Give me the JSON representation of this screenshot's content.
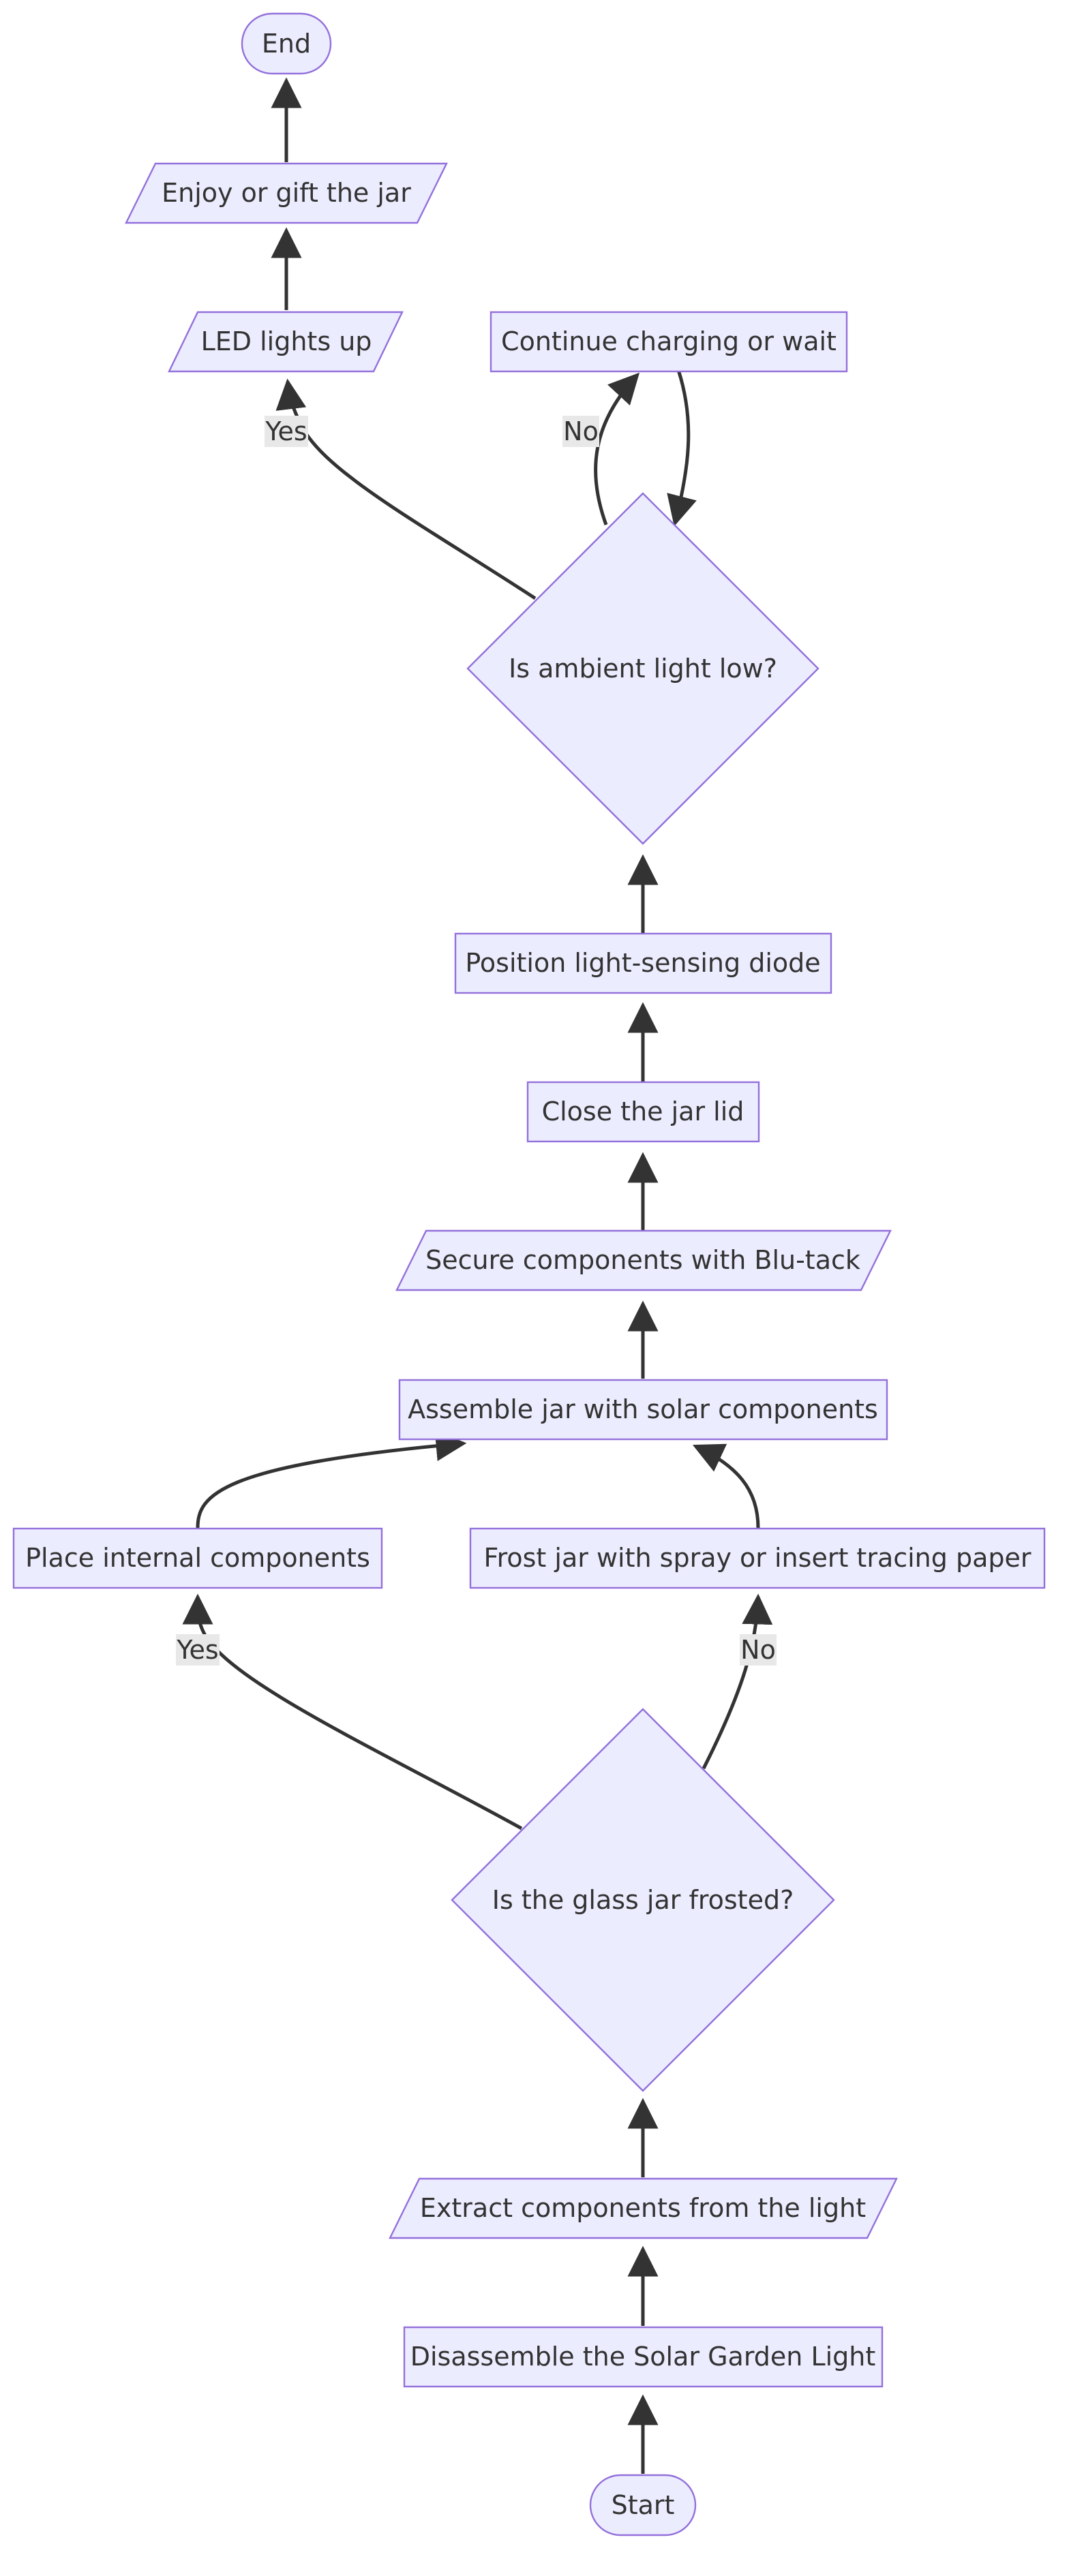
{
  "diagram": {
    "type": "flowchart",
    "direction": "bottom-to-top",
    "colors": {
      "node_fill": "#ececff",
      "node_stroke": "#9370db",
      "edge": "#333333",
      "text": "#333333",
      "label_bg": "#e8e8e8"
    },
    "nodes": {
      "start": "Start",
      "disassemble": "Disassemble the Solar Garden Light",
      "extract": "Extract components from the light",
      "is_frosted": "Is the glass jar frosted?",
      "place_internal": "Place internal components",
      "frost_jar": "Frost jar with spray or insert tracing paper",
      "assemble": "Assemble jar with solar components",
      "secure": "Secure components with Blu-tack",
      "close_lid": "Close the jar lid",
      "position_diode": "Position light-sensing diode",
      "is_ambient_low": "Is ambient light low?",
      "led_lights": "LED lights up",
      "continue_charging": "Continue charging or wait",
      "enjoy": "Enjoy or gift the jar",
      "end": "End"
    },
    "edge_labels": {
      "frosted_yes": "Yes",
      "frosted_no": "No",
      "ambient_yes": "Yes",
      "ambient_no": "No"
    }
  }
}
